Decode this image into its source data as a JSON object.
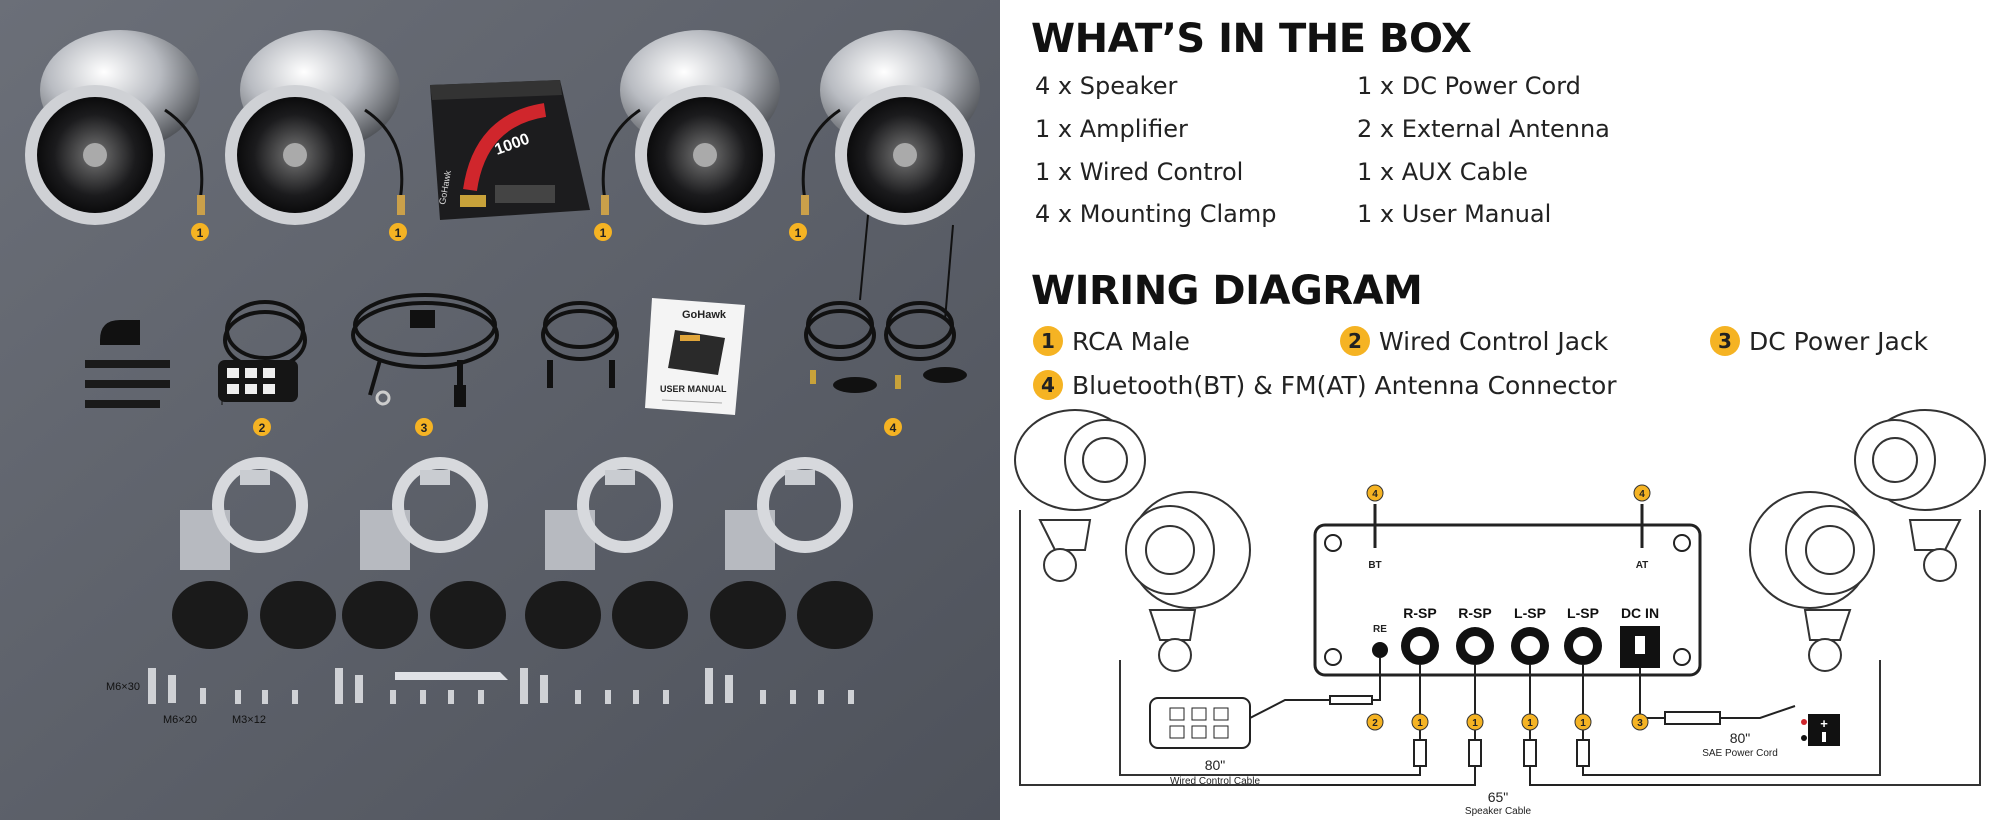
{
  "box": {
    "title": "WHAT’S IN THE BOX",
    "left": [
      "4 x Speaker",
      "1 x Amplifier",
      "1 x Wired Control",
      "4 x Mounting Clamp"
    ],
    "right": [
      "1 x DC Power Cord",
      "2 x External Antenna",
      "1 x AUX Cable",
      "1 x User Manual"
    ]
  },
  "wiring": {
    "title": "WIRING DIAGRAM",
    "legend": [
      {
        "num": "1",
        "label": "RCA Male"
      },
      {
        "num": "2",
        "label": "Wired Control Jack"
      },
      {
        "num": "3",
        "label": "DC Power Jack"
      },
      {
        "num": "4",
        "label": "Bluetooth(BT) & FM(AT) Antenna Connector"
      }
    ],
    "ports": {
      "bt": "BT",
      "at": "AT",
      "re": "RE",
      "rsp1": "R-SP",
      "rsp2": "R-SP",
      "lsp1": "L-SP",
      "lsp2": "L-SP",
      "dcin": "DC IN"
    },
    "badges": {
      "bt": "4",
      "at": "4",
      "wc": "2",
      "s1": "1",
      "s2": "1",
      "s3": "1",
      "s4": "1",
      "dc": "3"
    },
    "wired_len": "80\"",
    "wired_cap": "Wired Control Cable",
    "power_len": "80\"",
    "power_cap": "SAE Power Cord",
    "spk_len": "65\"",
    "spk_cap": "Speaker Cable"
  },
  "photo": {
    "amp_brand": "GoHawk",
    "amp_watt": "1000",
    "manual_brand": "GoHawk",
    "manual_title": "USER MANUAL",
    "markers": [
      "1",
      "1",
      "1",
      "1",
      "2",
      "3",
      "4"
    ],
    "screw_labels": [
      "M6×30",
      "M6×20",
      "M3×12"
    ]
  },
  "colors": {
    "badge": "#f5b323",
    "photo_bg": "#5c6069",
    "text": "#111111"
  }
}
